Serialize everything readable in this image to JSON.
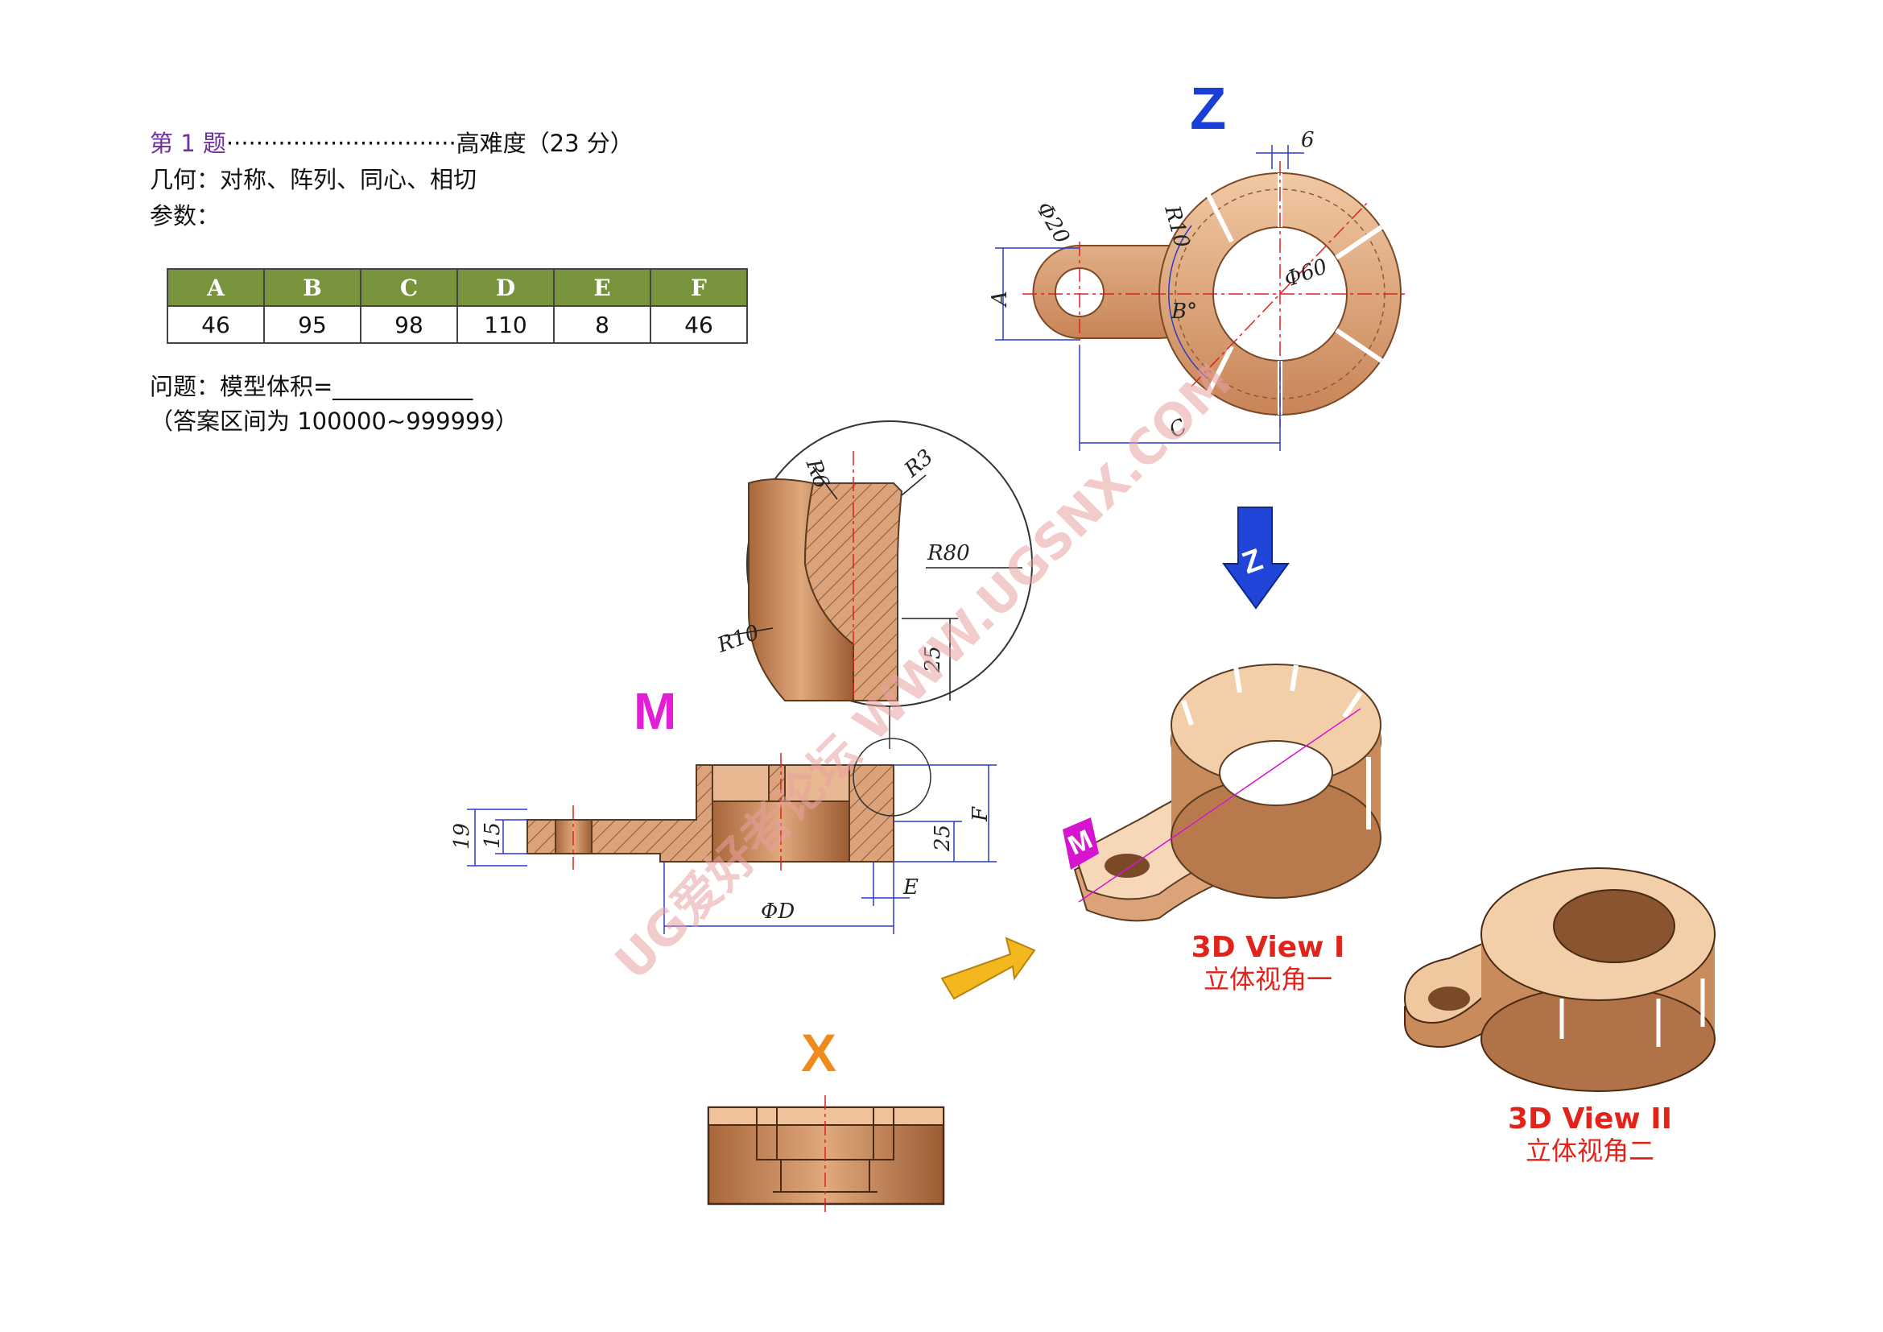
{
  "question": {
    "title": "第 1 题",
    "dots": "·······························",
    "difficulty": "高难度（23 分）",
    "geometry": "几何：对称、阵列、同心、相切",
    "params_label": "参数：",
    "question_text": "问题：模型体积=____________",
    "answer_range": "（答案区间为 100000~999999）"
  },
  "params": {
    "headers": [
      "A",
      "B",
      "C",
      "D",
      "E",
      "F"
    ],
    "values": [
      "46",
      "95",
      "98",
      "110",
      "8",
      "46"
    ]
  },
  "views": {
    "z": "Z",
    "m": "M",
    "x": "X",
    "view1_en": "3D View I",
    "view1_cn": "立体视角一",
    "view2_en": "3D View II",
    "view2_cn": "立体视角二"
  },
  "dims": {
    "six": "6",
    "phi20": "Φ20",
    "r10_top": "R10",
    "phi60": "Φ60",
    "a": "A",
    "b": "B°",
    "c": "C",
    "r6": "R6",
    "r3": "R3",
    "r80": "R80",
    "r10_detail": "R10",
    "d25_detail": "25",
    "d19": "19",
    "d15": "15",
    "d25": "25",
    "f": "F",
    "e": "E",
    "phid": "ΦD"
  },
  "watermark": "UG爱好者论坛 WWW.UGSNX.COM",
  "colors": {
    "header_green": "#77933c",
    "bronze": "#d9a27a",
    "title_purple": "#7030a0",
    "z_blue": "#1a3fd6",
    "m_magenta": "#e21fd6",
    "x_orange": "#f08a1a",
    "view_red": "#e2231a"
  }
}
